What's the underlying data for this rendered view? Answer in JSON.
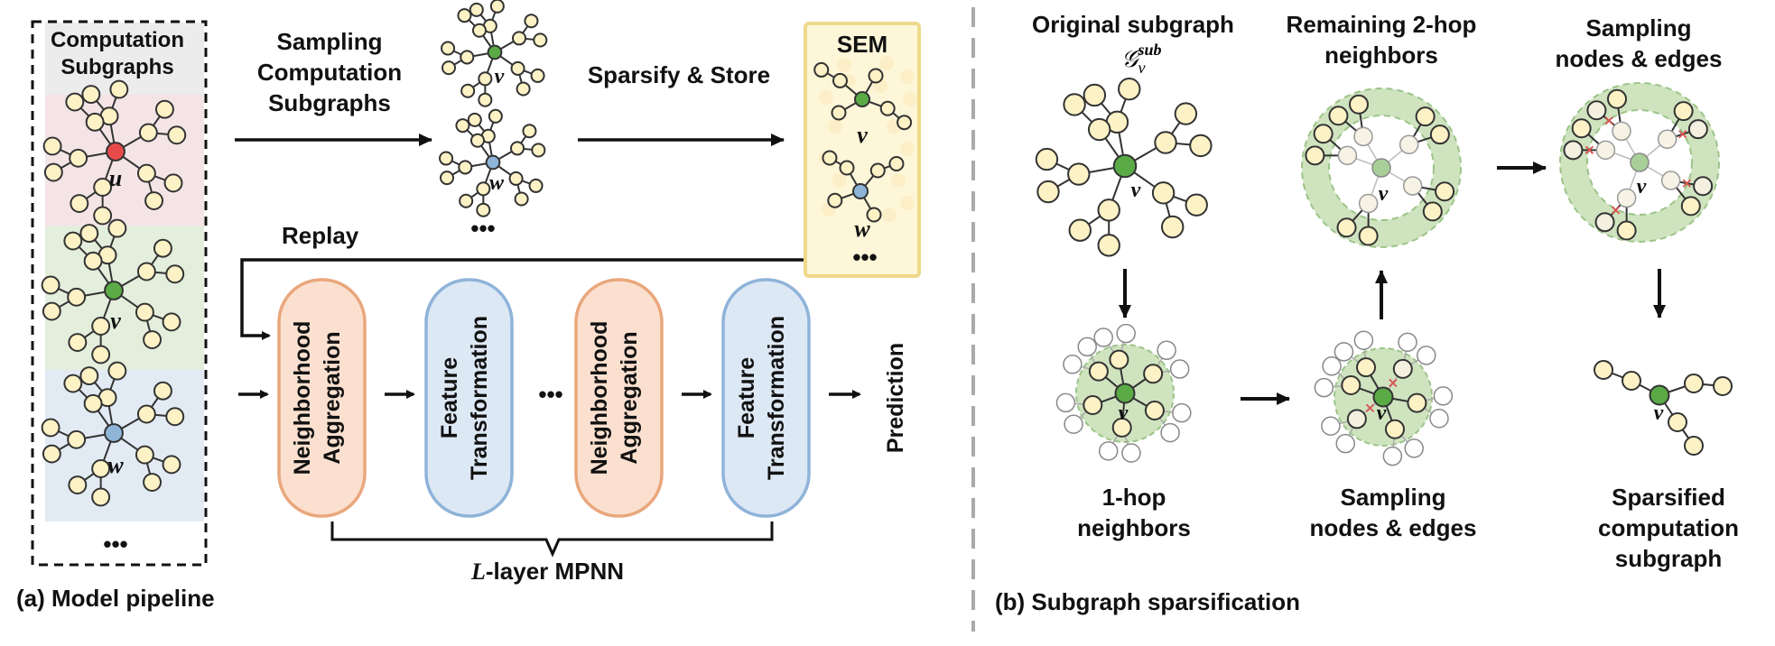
{
  "panel_a": {
    "computation_subgraphs": [
      "Computation",
      "Subgraphs"
    ],
    "subgraph_u": "u",
    "subgraph_v": "v",
    "subgraph_w": "w",
    "more": "•••",
    "sampling_label": [
      "Sampling",
      "Computation",
      "Subgraphs"
    ],
    "sampled_v": "v",
    "sampled_w": "w",
    "sparsify_store": "Sparsify & Store",
    "sem_title": "SEM",
    "sem_v": "v",
    "sem_w": "w",
    "replay": "Replay",
    "mpnn": {
      "blocks": [
        {
          "lines": [
            "Neighborhood",
            "Aggregation"
          ],
          "kind": "aggregation"
        },
        {
          "lines": [
            "Feature",
            "Transformation"
          ],
          "kind": "transformation"
        },
        {
          "lines": [
            "Neighborhood",
            "Aggregation"
          ],
          "kind": "aggregation"
        },
        {
          "lines": [
            "Feature",
            "Transformation"
          ],
          "kind": "transformation"
        }
      ],
      "ellipsis": "•••",
      "prediction": "Prediction",
      "brace_label_italic": "L",
      "brace_label_rest": "-layer MPNN"
    },
    "caption": "(a) Model pipeline"
  },
  "panel_b": {
    "original_subgraph": "Original subgraph",
    "original_math": "𝒢",
    "original_math_sub": "v",
    "original_math_sup": "sub",
    "remaining": [
      "Remaining 2-hop",
      "neighbors"
    ],
    "sampling_top": [
      "Sampling",
      "nodes & edges"
    ],
    "one_hop": [
      "1-hop",
      "neighbors"
    ],
    "sampling_bottom": [
      "Sampling",
      "nodes & edges"
    ],
    "sparsified": [
      "Sparsified",
      "computation",
      "subgraph"
    ],
    "node_label": "v",
    "caption": "(b) Subgraph sparsification"
  },
  "colors": {
    "node_fill": "#fdf2c6",
    "node_stroke": "#333333",
    "red_node": "#e84a4a",
    "green_node": "#5aaa46",
    "blue_node": "#8eb4d8",
    "bg_pink": "#f4e4e6",
    "bg_green": "#e4eedc",
    "bg_blue": "#e2ebf3",
    "bg_gray": "#eeeeee",
    "aggregation_fill": "#fbe0cf",
    "aggregation_stroke": "#e9a77c",
    "transformation_fill": "#dde8f5",
    "transformation_stroke": "#8fb3d9",
    "sem_fill": "#fdf6d8",
    "sem_stroke": "#efd98a",
    "halo_green": "#cfe3bf"
  }
}
